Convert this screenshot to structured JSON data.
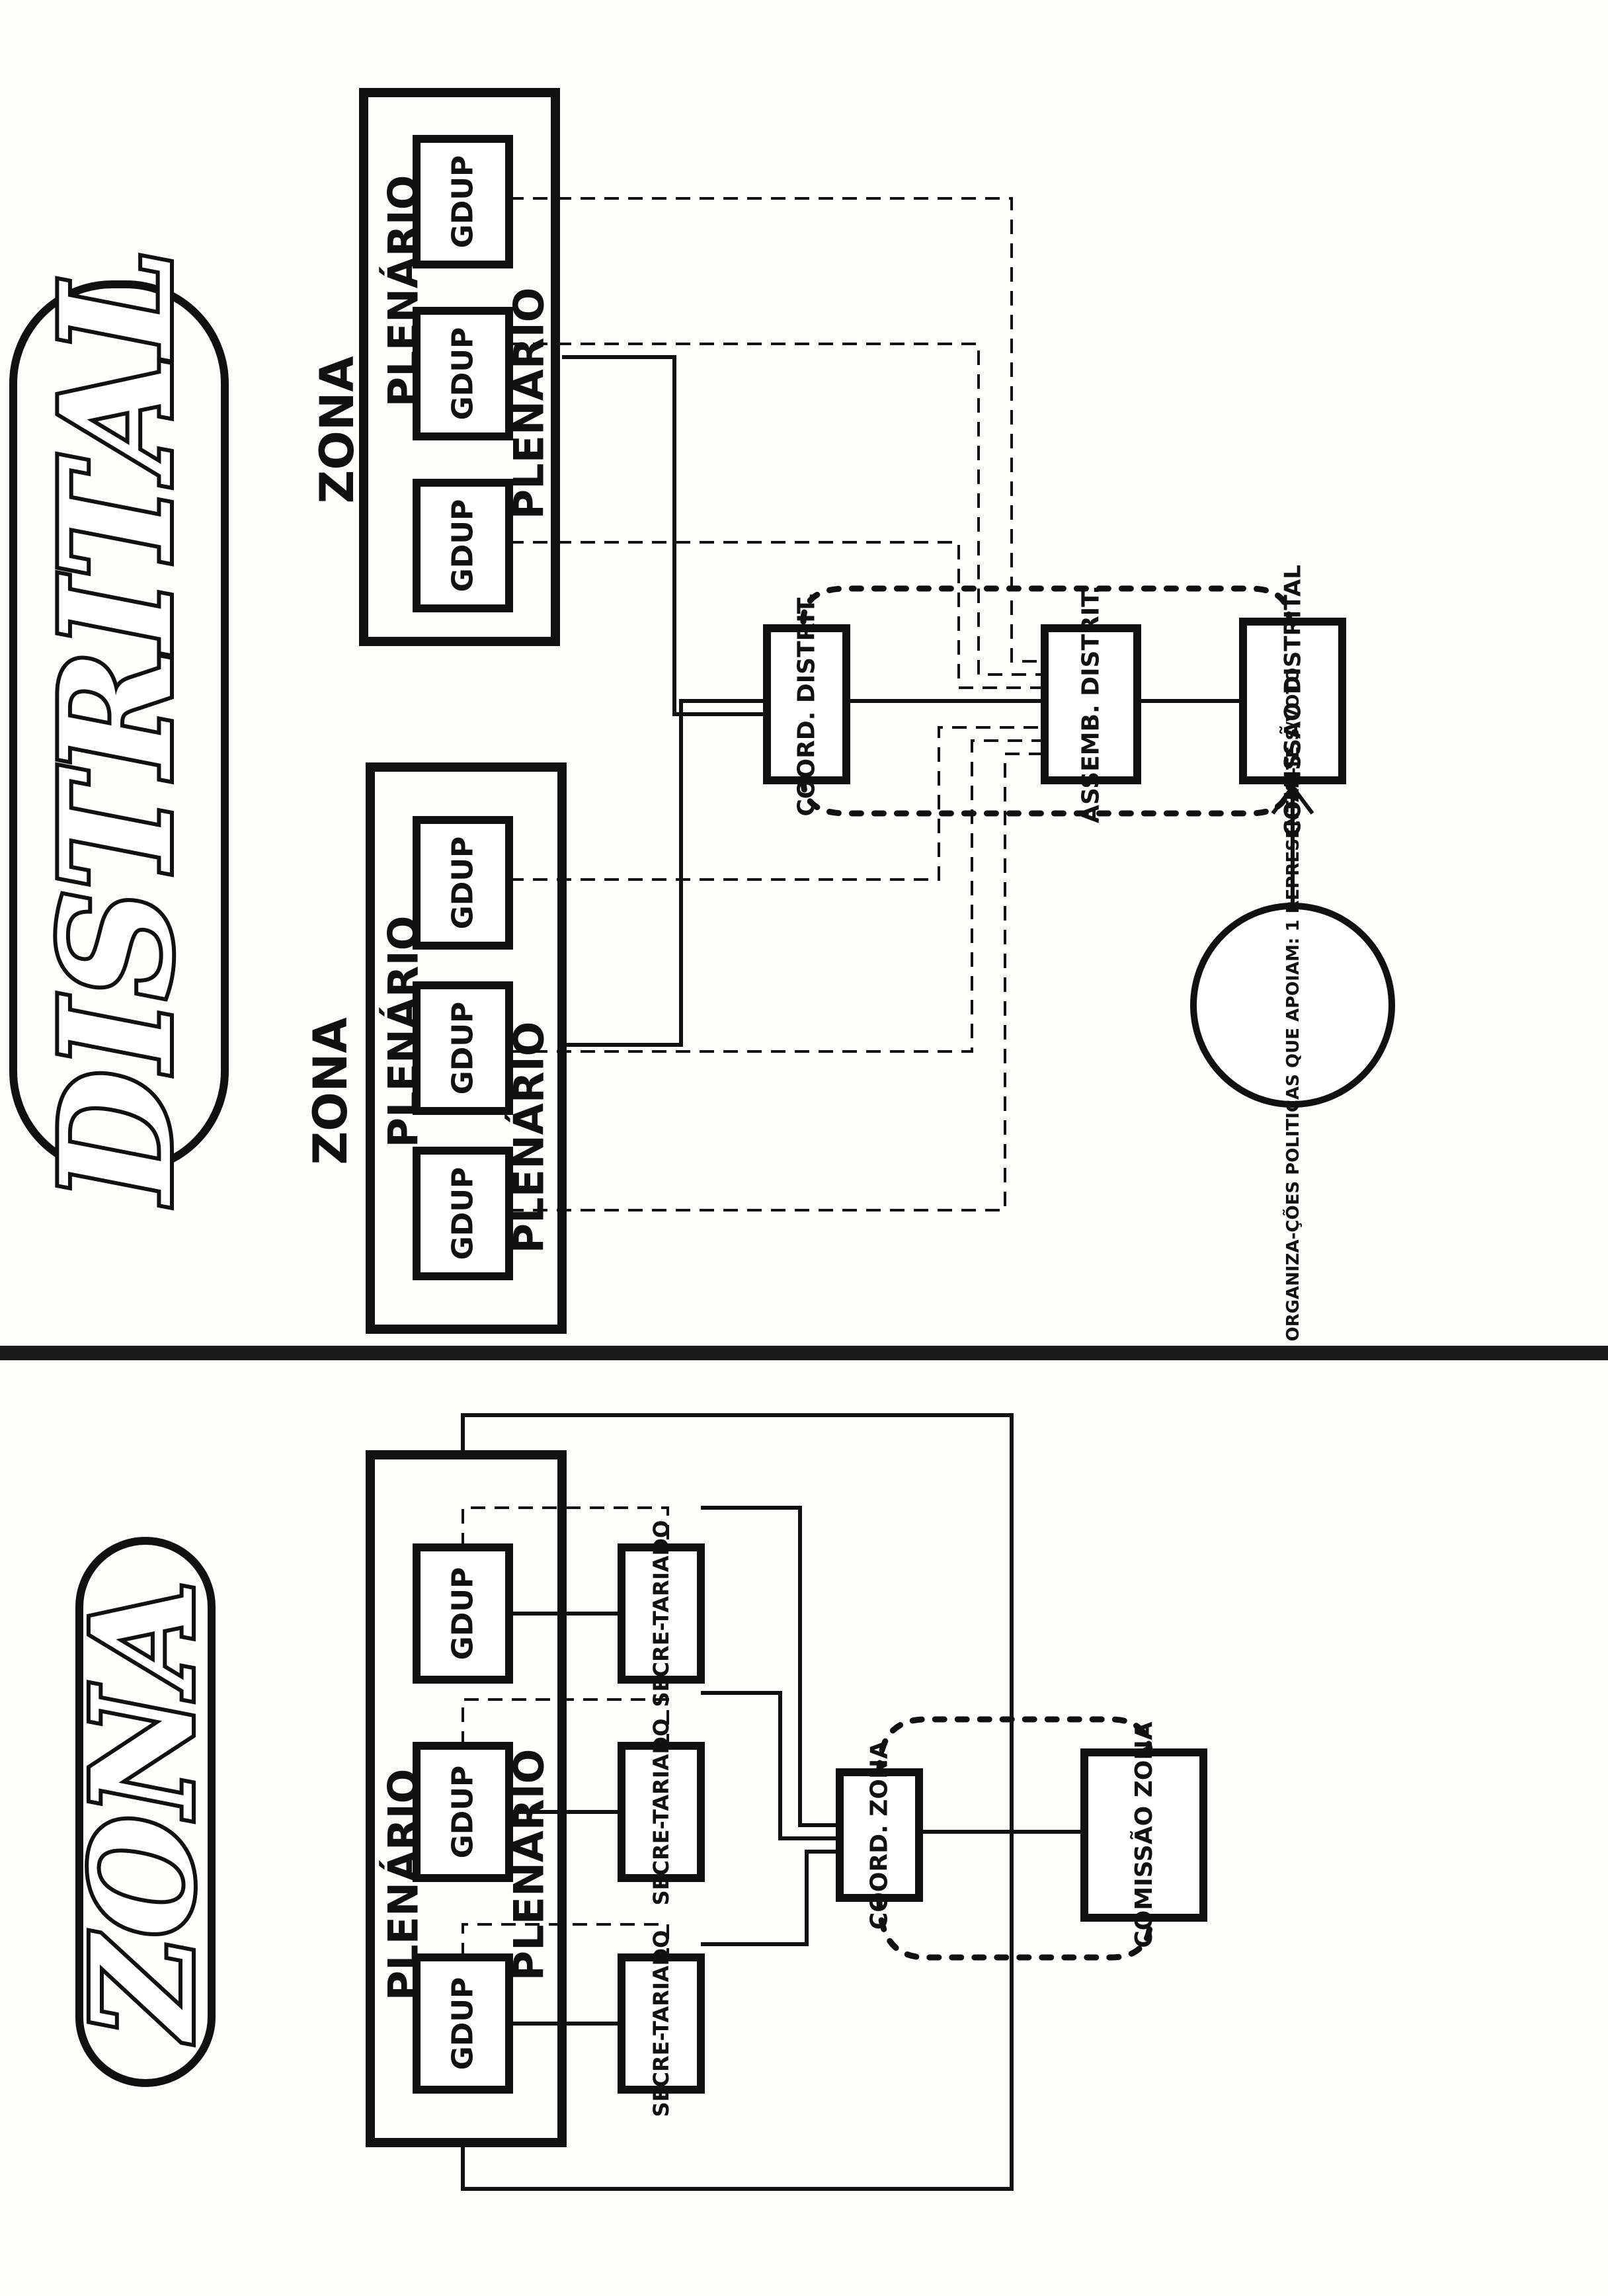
{
  "titles": {
    "distrital": "DISTRITAL",
    "zona": "ZONA"
  },
  "distrital": {
    "zone_label": "ZONA",
    "plenario_label": "PLENÁRIO",
    "gdup_label": "GDUP",
    "coord_label": "COORD. DISTRIT.",
    "assemb_label": "ASSEMB. DISTRIT.",
    "comissao_label": "COMISSÃO DISTRITAL",
    "organizacoes_label": "ORGANIZA-ÇÕES POLITICAS QUE APOIAM: 1 REPRESENTAN-TE S/VOTO"
  },
  "zona": {
    "plenario_label": "PLENÁRIO",
    "gdup_label": "GDUP",
    "secretariado_label": "SECRE-TARIADO",
    "coord_label": "COORD. ZONA",
    "comissao_label": "COMISSÃO ZONA"
  }
}
